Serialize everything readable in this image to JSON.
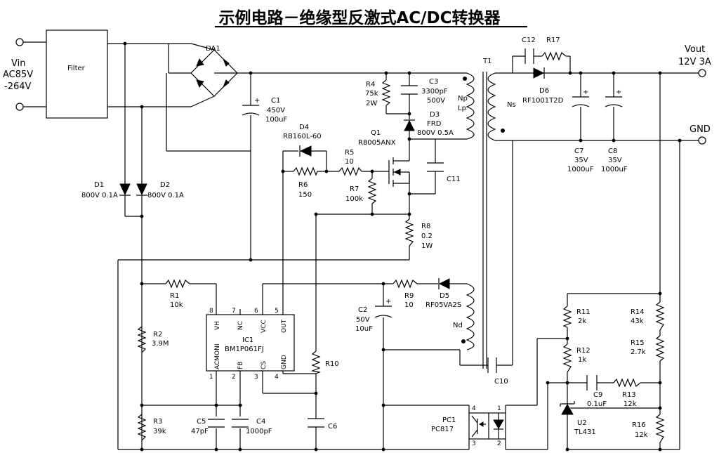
{
  "title": "示例电路－绝缘型反激式AC/DC转换器",
  "terminals": {
    "vin": [
      "Vin",
      "AC85V",
      "-264V"
    ],
    "vout": [
      "Vout",
      "12V 3A"
    ],
    "gnd": "GND"
  },
  "filter": "Filter",
  "labels": {
    "DA1": [
      "DA1"
    ],
    "C1": [
      "C1",
      "450V",
      "100uF"
    ],
    "D1": [
      "D1",
      "800V 0.1A"
    ],
    "D2": [
      "D2",
      "800V 0.1A"
    ],
    "R4": [
      "R4",
      "75k",
      "2W"
    ],
    "C3": [
      "C3",
      "3300pF",
      "500V"
    ],
    "D3": [
      "D3",
      "FRD",
      "800V 0.5A"
    ],
    "T1": [
      "T1"
    ],
    "Np": [
      "Np",
      "Lp"
    ],
    "Ns": [
      "Ns"
    ],
    "Nd": [
      "Nd"
    ],
    "D4": [
      "D4",
      "RB160L-60"
    ],
    "Q1": [
      "Q1",
      "R8005ANX"
    ],
    "R5": [
      "R5",
      "10"
    ],
    "R6": [
      "R6",
      "150"
    ],
    "R7": [
      "R7",
      "100k"
    ],
    "C11": [
      "C11"
    ],
    "R8": [
      "R8",
      "0.2",
      "1W"
    ],
    "C12": [
      "C12"
    ],
    "R17": [
      "R17"
    ],
    "D6": [
      "D6",
      "RF1001T2D"
    ],
    "C7": [
      "C7",
      "35V",
      "1000uF"
    ],
    "C8": [
      "C8",
      "35V",
      "1000uF"
    ],
    "R1": [
      "R1",
      "10k"
    ],
    "R2": [
      "R2",
      "3.9M"
    ],
    "R3": [
      "R3",
      "39k"
    ],
    "IC1": [
      "IC1",
      "BM1P061FJ"
    ],
    "C5": [
      "C5",
      "47pF"
    ],
    "C4": [
      "C4",
      "1000pF"
    ],
    "R10": [
      "R10"
    ],
    "C6": [
      "C6"
    ],
    "C2": [
      "C2",
      "50V",
      "10uF"
    ],
    "R9": [
      "R9",
      "10"
    ],
    "D5": [
      "D5",
      "RF05VA2S"
    ],
    "C10": [
      "C10"
    ],
    "PC1": [
      "PC1",
      "PC817"
    ],
    "R11": [
      "R11",
      "2k"
    ],
    "R12": [
      "R12",
      "1k"
    ],
    "R14": [
      "R14",
      "43k"
    ],
    "R15": [
      "R15",
      "2.7k"
    ],
    "C9": [
      "C9",
      "0.1uF"
    ],
    "R13": [
      "R13",
      "12k"
    ],
    "U2": [
      "U2",
      "TL431"
    ],
    "R16": [
      "R16",
      "12k"
    ]
  },
  "ic_pins": {
    "top_names": [
      "VH",
      "NC",
      "VCC",
      "OUT"
    ],
    "top_numbers": [
      "8",
      "7",
      "6",
      "5"
    ],
    "bottom_names": [
      "ACMONI",
      "FB",
      "CS",
      "GND"
    ],
    "bottom_numbers": [
      "1",
      "2",
      "3",
      "4"
    ]
  },
  "pc1_pins": [
    "4",
    "1",
    "3",
    "2"
  ],
  "polarity_mark": "+"
}
